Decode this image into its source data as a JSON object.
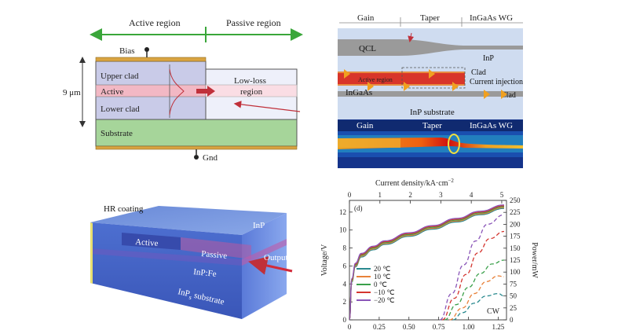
{
  "panel_a": {
    "active_region": "Active region",
    "passive_region": "Passive region",
    "bias": "Bias",
    "thickness": "9 μm",
    "upper_clad": "Upper clad",
    "active": "Active",
    "lower_clad": "Lower clad",
    "substrate": "Substrate",
    "low_loss_1": "Low-loss",
    "low_loss_2": "region",
    "gnd": "Gnd"
  },
  "panel_b": {
    "gain": "Gain",
    "taper": "Taper",
    "wg": "InGaAs WG",
    "qcl": "QCL",
    "inp": "InP",
    "active_region": "Active region",
    "clad": "Clad",
    "current_injection": "Current injection",
    "ingaas": "InGaAs",
    "clad2": "Clad",
    "inp_substrate": "InP substrate",
    "gain2": "Gain",
    "taper2": "Taper",
    "wg2": "InGaAs WG"
  },
  "panel_c": {
    "hr_coating": "HR coating",
    "inp": "InP",
    "active": "Active",
    "passive": "Passive",
    "output": "Output",
    "inpfe": "InP:Fe",
    "substrate_pre": "InP",
    "substrate_sub": "s",
    "substrate_post": " substrate"
  },
  "chart_data": {
    "type": "line",
    "panel_label": "(d)",
    "top_axis_label": "Current density/kA·cm",
    "top_axis_sup": "−2",
    "top_ticks": [
      0,
      1,
      2,
      3,
      4,
      5
    ],
    "xlabel": "",
    "x_ticks": [
      0,
      0.25,
      0.5,
      0.75,
      1.0,
      1.25
    ],
    "x_tick_labels": [
      "0",
      "0.25",
      "0.50",
      "0.75",
      "1.00",
      "1.25"
    ],
    "xlim": [
      0,
      1.32
    ],
    "ylabel_left": "Voltage/V",
    "y_left_ticks": [
      0,
      2,
      4,
      6,
      8,
      10,
      12
    ],
    "ylim_left": [
      0,
      13.3
    ],
    "ylabel_right": "Power/mW",
    "y_right_ticks": [
      0,
      25,
      50,
      75,
      100,
      125,
      150,
      175,
      200,
      225,
      250
    ],
    "ylim_right": [
      0,
      250
    ],
    "annotation": "CW",
    "legend_position": "left",
    "voltage_series_x": [
      0,
      0.02,
      0.05,
      0.1,
      0.2,
      0.3,
      0.5,
      0.7,
      0.9,
      1.1,
      1.3
    ],
    "series": [
      {
        "name": "20 ℃",
        "color": "#2a8a8f",
        "voltage": [
          0,
          4.2,
          5.9,
          7.0,
          7.8,
          8.4,
          9.3,
          10.1,
          10.9,
          11.7,
          12.4
        ],
        "power_x": [
          0.87,
          0.95,
          1.05,
          1.15,
          1.25,
          1.3
        ],
        "power": [
          0,
          15,
          35,
          50,
          55,
          50
        ]
      },
      {
        "name": "10 ℃",
        "color": "#e8823a",
        "voltage": [
          0,
          4.3,
          6.0,
          7.1,
          7.9,
          8.5,
          9.4,
          10.2,
          11.0,
          11.8,
          12.5
        ],
        "power_x": [
          0.84,
          0.95,
          1.05,
          1.15,
          1.25,
          1.3
        ],
        "power": [
          0,
          25,
          55,
          80,
          92,
          90
        ]
      },
      {
        "name": "0 ℃",
        "color": "#3aa04a",
        "voltage": [
          0,
          4.4,
          6.1,
          7.2,
          8.0,
          8.6,
          9.5,
          10.3,
          11.1,
          11.9,
          12.6
        ],
        "power_x": [
          0.8,
          0.9,
          1.0,
          1.1,
          1.2,
          1.3
        ],
        "power": [
          0,
          32,
          68,
          97,
          117,
          125
        ]
      },
      {
        "name": "−10 ℃",
        "color": "#d4352f",
        "voltage": [
          0,
          4.5,
          6.2,
          7.3,
          8.1,
          8.7,
          9.6,
          10.4,
          11.2,
          12.0,
          12.7
        ],
        "power_x": [
          0.78,
          0.88,
          0.98,
          1.08,
          1.18,
          1.3
        ],
        "power": [
          0,
          45,
          95,
          140,
          170,
          185
        ]
      },
      {
        "name": "−20 ℃",
        "color": "#8a56b8",
        "voltage": [
          0,
          4.6,
          6.3,
          7.4,
          8.2,
          8.8,
          9.7,
          10.5,
          11.3,
          12.1,
          12.8
        ],
        "power_x": [
          0.76,
          0.86,
          0.96,
          1.06,
          1.16,
          1.3
        ],
        "power": [
          0,
          55,
          115,
          165,
          200,
          220
        ]
      }
    ]
  }
}
